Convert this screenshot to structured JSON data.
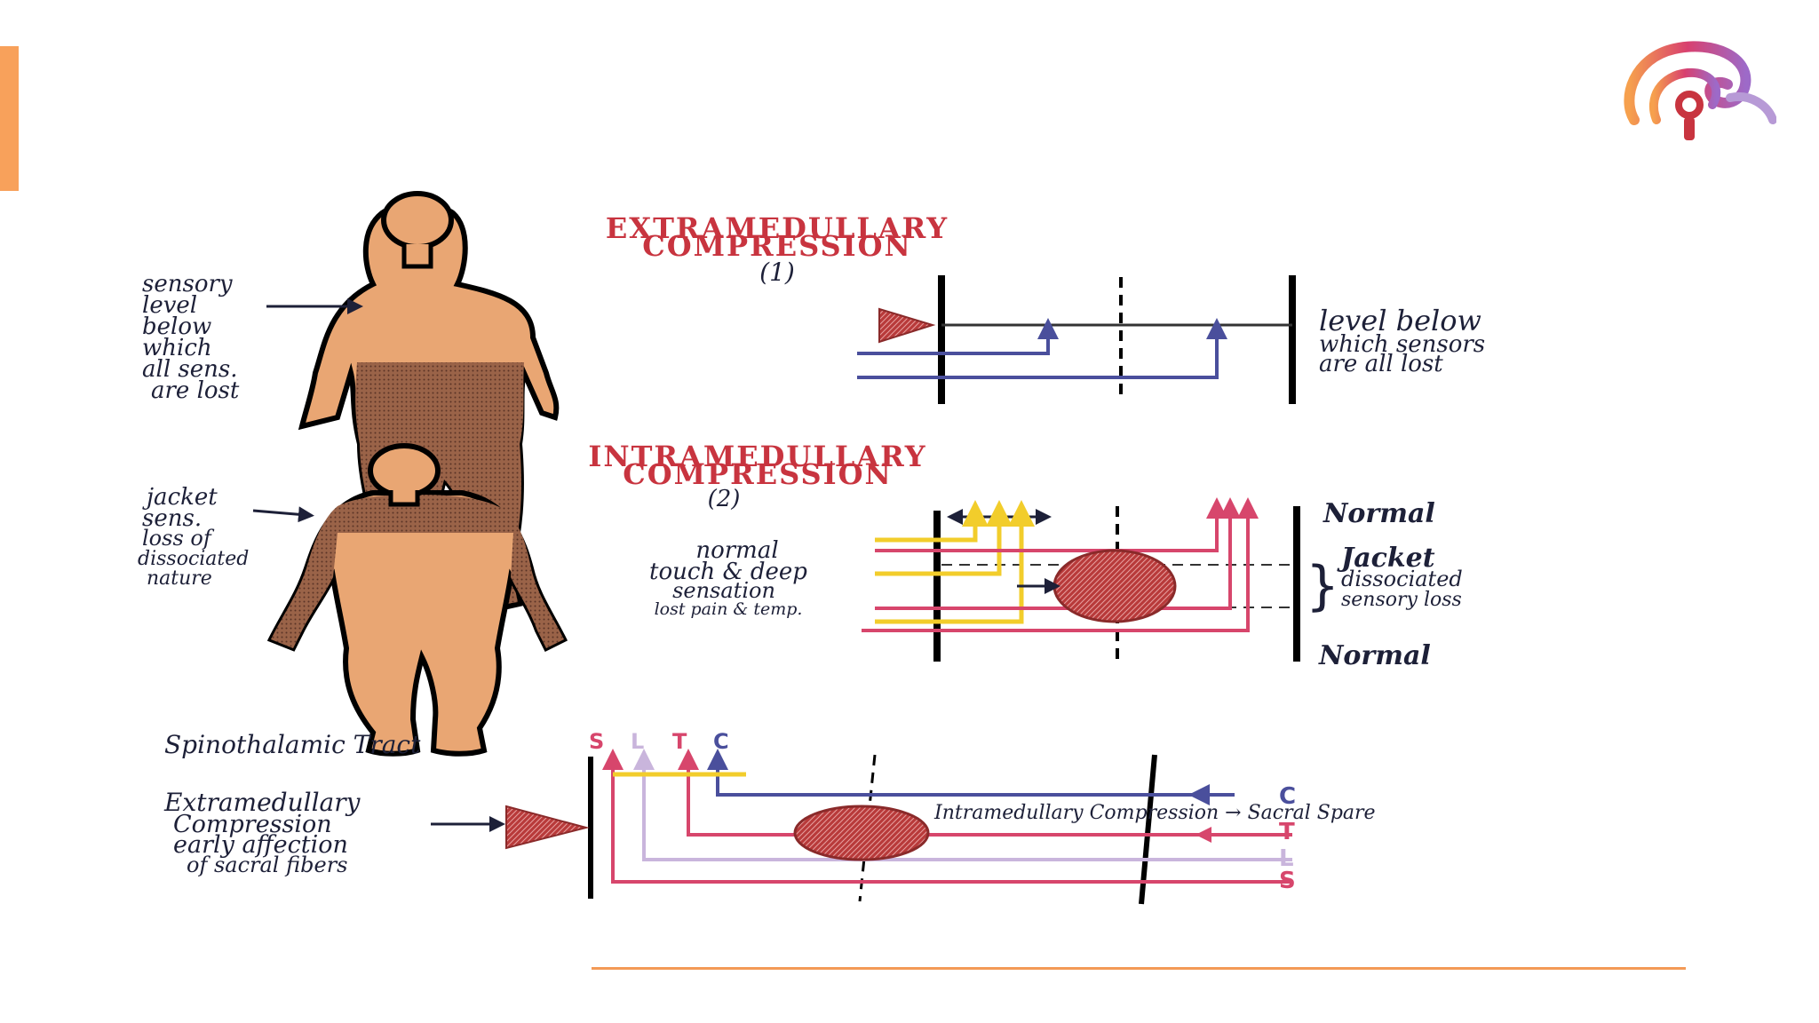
{
  "colors": {
    "accent_orange": "#f8a15b",
    "skin": "#e9a673",
    "lesion": "#b83a3a",
    "title_red": "#c8343f",
    "yellow": "#f2cd2b",
    "pink": "#d7466c",
    "lavender": "#c9b5dc",
    "navy": "#4a4f9c"
  },
  "icons": {
    "logo": "brain-pin-logo",
    "tumor": "lesion-hatched-circle",
    "compression": "compression-triangle"
  },
  "section1": {
    "title_line1": "EXTRAMEDULLARY",
    "title_line2": "COMPRESSION",
    "number": "(1)",
    "body_note": [
      "sensory",
      "level",
      "below",
      "which",
      "all sens.",
      "are lost"
    ],
    "right_note": [
      "level below",
      "which sensors",
      "are all lost"
    ]
  },
  "section2": {
    "title_line1": "INTRAMEDULLARY",
    "title_line2": "COMPRESSION",
    "number": "(2)",
    "body_note": [
      "jacket",
      "sens.",
      "loss of",
      "dissociated",
      "nature"
    ],
    "left_note": [
      "normal",
      "touch & deep",
      "sensation",
      "lost pain & temp."
    ],
    "top_label": "Normal",
    "mid_label": [
      "Jacket",
      "dissociated",
      "sensory loss"
    ],
    "bottom_label": "Normal"
  },
  "section3": {
    "tract_label": "Spinothalamic Tract",
    "letters": [
      "S",
      "L",
      "T",
      "C"
    ],
    "left_note": [
      "Extramedullary",
      "Compression",
      "early affection",
      "of sacral fibers"
    ],
    "center_label": "Intramedullary Compression → Sacral Spare",
    "right_letters": [
      "C",
      "T",
      "L",
      "S"
    ]
  }
}
